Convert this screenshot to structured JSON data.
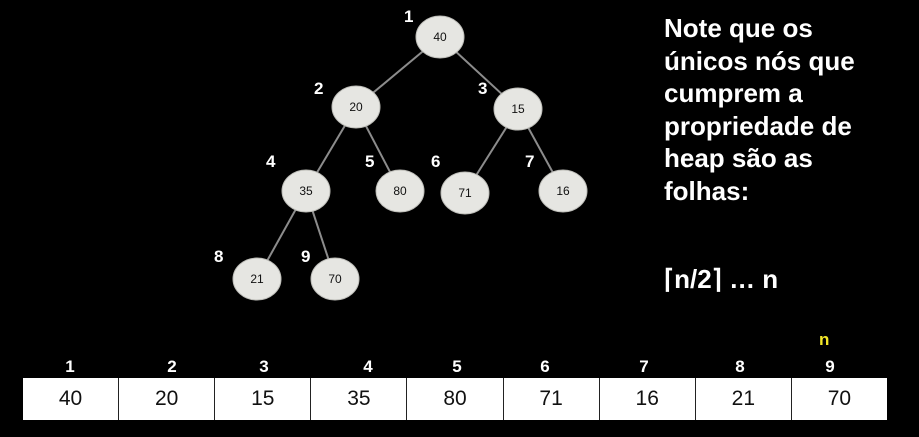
{
  "tree": {
    "nodes": [
      {
        "index": "1",
        "value": "40"
      },
      {
        "index": "2",
        "value": "20"
      },
      {
        "index": "3",
        "value": "15"
      },
      {
        "index": "4",
        "value": "35"
      },
      {
        "index": "5",
        "value": "80"
      },
      {
        "index": "6",
        "value": "71"
      },
      {
        "index": "7",
        "value": "16"
      },
      {
        "index": "8",
        "value": "21"
      },
      {
        "index": "9",
        "value": "70"
      }
    ],
    "edges": [
      [
        1,
        2
      ],
      [
        1,
        3
      ],
      [
        2,
        4
      ],
      [
        2,
        5
      ],
      [
        3,
        6
      ],
      [
        3,
        7
      ],
      [
        4,
        8
      ],
      [
        4,
        9
      ]
    ]
  },
  "note": {
    "lines": [
      "Note que os",
      "únicos nós que",
      "cumprem a",
      "propriedade de",
      "heap são as",
      "folhas:"
    ],
    "range": "⌈n/2⌉  …  n"
  },
  "array": {
    "n_marker": "n",
    "indices": [
      "1",
      "2",
      "3",
      "4",
      "5",
      "6",
      "7",
      "8",
      "9"
    ],
    "values": [
      "40",
      "20",
      "15",
      "35",
      "80",
      "71",
      "16",
      "21",
      "70"
    ]
  },
  "colors": {
    "background": "#000000",
    "node_fill": "#e6e6e2",
    "edge": "#8c8c8c",
    "marker": "#f2e629"
  }
}
